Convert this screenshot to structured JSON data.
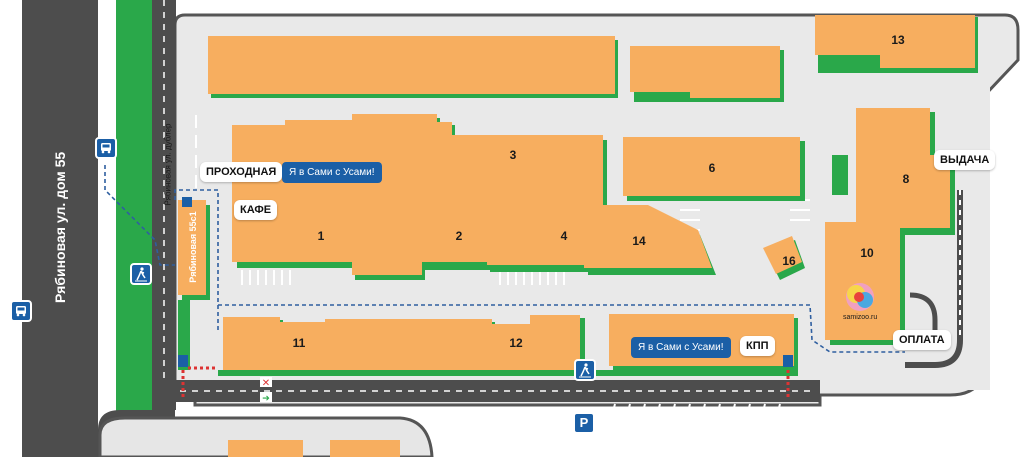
{
  "streets": {
    "main_street": "Рябиновая ул. дом 55",
    "side_street": "Рябиновая ул. дублер"
  },
  "building_labels": {
    "b1": "1",
    "b2": "2",
    "b3": "3",
    "b4": "4",
    "b6": "6",
    "b8": "8",
    "b10": "10",
    "b11": "11",
    "b12": "12",
    "b13": "13",
    "b14": "14",
    "b16": "16"
  },
  "entrance_building": "Рябиновая 55с1",
  "callouts": {
    "checkpoint": "ПРОХОДНАЯ",
    "cafe": "КАФЕ",
    "pickup": "ВЫДАЧА",
    "payment": "ОПЛАТА",
    "kpp": "КПП"
  },
  "store_tags": {
    "tag_top": "Я в Сами с Усами!",
    "tag_bottom": "Я в Сами с Усами!"
  },
  "logo_caption": "samizoo.ru",
  "parking_symbol": "P",
  "colors": {
    "building": "#f7ae5f",
    "building_shadow": "#2ea043",
    "road_dark": "#4a4a4a",
    "road_light": "#e6e6e6",
    "grass": "#2aa84a",
    "sign_blue": "#1b5fa6",
    "path_blue": "#2f5fa0"
  },
  "icons": [
    "bus-stop-icon",
    "pedestrian-crossing-icon",
    "parking-icon",
    "barrier-icon",
    "samizoo-logo"
  ]
}
